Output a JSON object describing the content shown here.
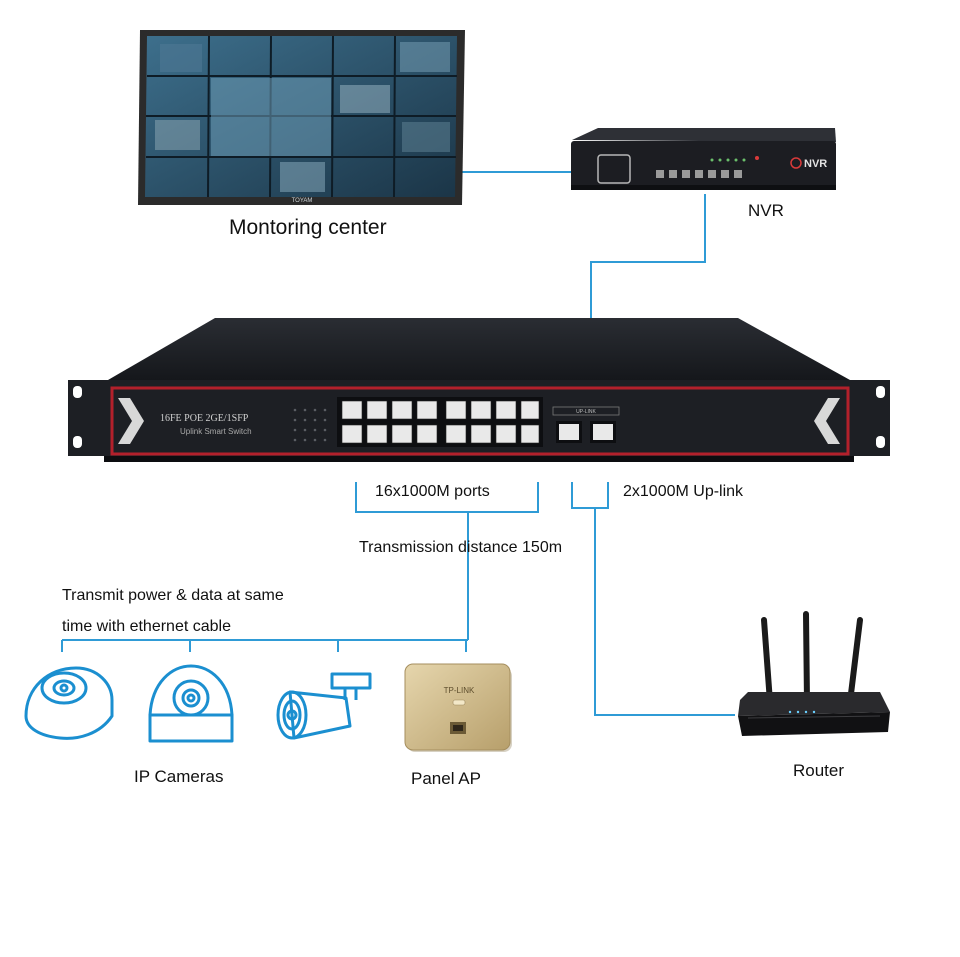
{
  "labels": {
    "monitoring_center": "Montoring center",
    "nvr": "NVR",
    "ports": "16x1000M ports",
    "uplink": "2x1000M Up-link",
    "distance": "Transmission distance 150m",
    "transmit_line1": "Transmit power & data at same",
    "transmit_line2": "time with ethernet cable",
    "ip_cameras": "IP Cameras",
    "panel_ap": "Panel AP",
    "router": "Router"
  },
  "device_text": {
    "switch_model": "16FE POE 2GE/1SFP",
    "switch_subtitle": "Uplink Smart Switch",
    "switch_uplink_tag": "UP-LINK",
    "nvr_brand": "NVR",
    "monitor_brand": "TOYAM",
    "panel_brand": "TP-LINK"
  },
  "colors": {
    "connector": "#2f9bd6",
    "device_body": "#1d1f24",
    "switch_accent": "#b3202b",
    "panel_ap": "#cdb98a",
    "camera_outline": "#1b8fd0"
  }
}
